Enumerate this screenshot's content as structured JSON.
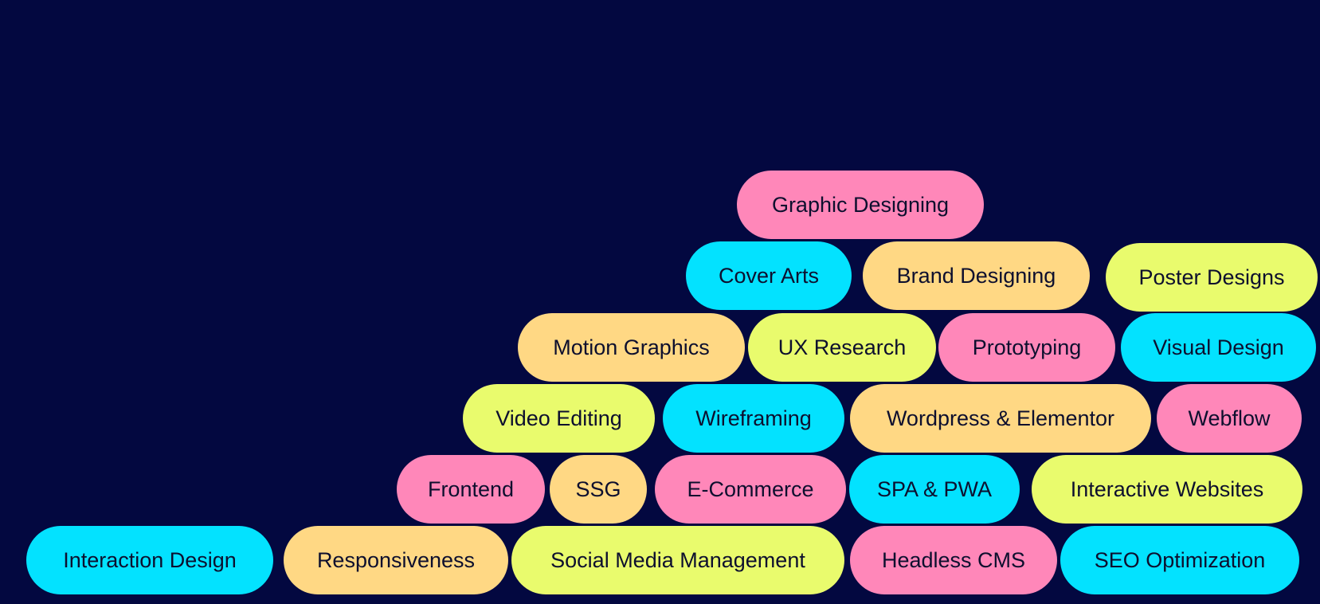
{
  "colors": {
    "background": "#030840",
    "pink": "#ff87b9",
    "cyan": "#03e2ff",
    "peach": "#ffd884",
    "lime": "#e9fb6d",
    "text": "#0d0f2e"
  },
  "tags": [
    {
      "label": "Graphic Designing",
      "color": "pink"
    },
    {
      "label": "Cover Arts",
      "color": "cyan"
    },
    {
      "label": "Brand Designing",
      "color": "peach"
    },
    {
      "label": "Poster Designs",
      "color": "lime"
    },
    {
      "label": "Motion Graphics",
      "color": "peach"
    },
    {
      "label": "UX Research",
      "color": "lime"
    },
    {
      "label": "Prototyping",
      "color": "pink"
    },
    {
      "label": "Visual Design",
      "color": "cyan"
    },
    {
      "label": "Video Editing",
      "color": "lime"
    },
    {
      "label": "Wireframing",
      "color": "cyan"
    },
    {
      "label": "Wordpress & Elementor",
      "color": "peach"
    },
    {
      "label": "Webflow",
      "color": "pink"
    },
    {
      "label": "Frontend",
      "color": "pink"
    },
    {
      "label": "SSG",
      "color": "peach"
    },
    {
      "label": "E-Commerce",
      "color": "pink"
    },
    {
      "label": "SPA & PWA",
      "color": "cyan"
    },
    {
      "label": "Interactive Websites",
      "color": "lime"
    },
    {
      "label": "Interaction Design",
      "color": "cyan"
    },
    {
      "label": "Responsiveness",
      "color": "peach"
    },
    {
      "label": "Social Media Management",
      "color": "lime"
    },
    {
      "label": "Headless CMS",
      "color": "pink"
    },
    {
      "label": "SEO Optimization",
      "color": "cyan"
    }
  ]
}
